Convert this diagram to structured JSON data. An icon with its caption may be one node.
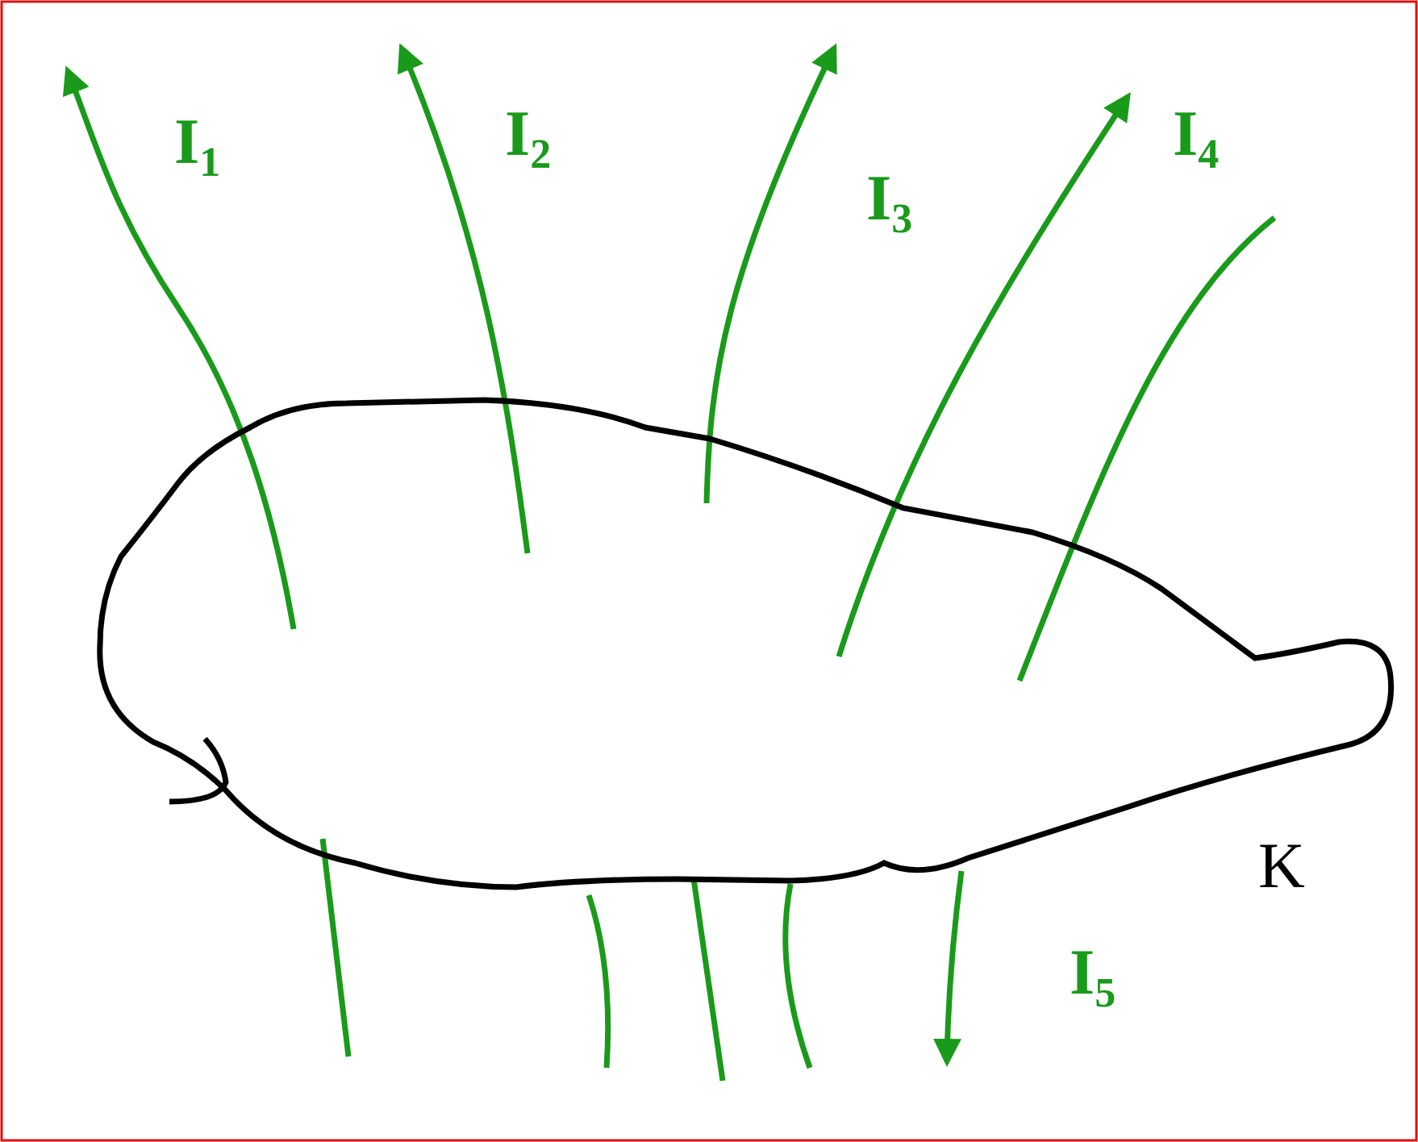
{
  "diagram": {
    "nodes": [
      {
        "text": [
          "K"
        ]
      }
    ],
    "labels": [
      "I$_{1}$",
      "I$_{2}$",
      "I$_{3}$",
      "I$_{4}$",
      "I$_{5}$"
    ]
  }
}
